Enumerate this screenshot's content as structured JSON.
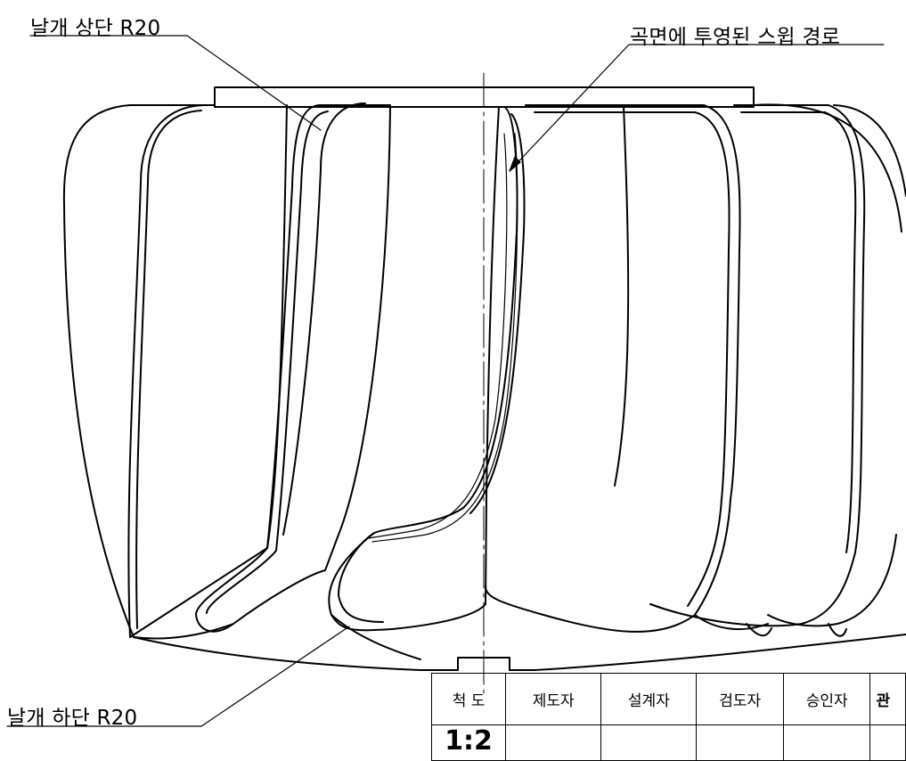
{
  "labels": {
    "blade_top": "날개 상단 R20",
    "sweep_path": "곡면에 투영된 스윕 경로",
    "blade_bottom": "날개 하단 R20"
  },
  "title_block": {
    "headers": [
      "척 도",
      "제도자",
      "설계자",
      "검도자",
      "승인자",
      "관"
    ],
    "scale_value": "1:2"
  }
}
